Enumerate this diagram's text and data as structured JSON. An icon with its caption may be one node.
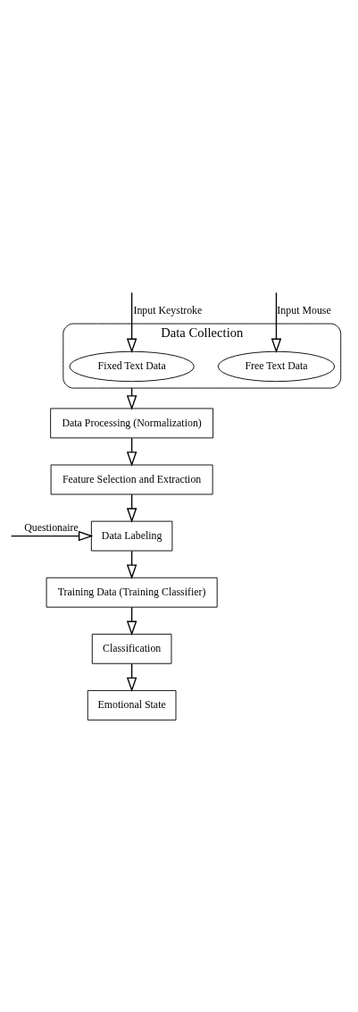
{
  "diagram": {
    "nodes": [
      {
        "text": [
          "Data Collection"
        ]
      },
      {
        "text": [
          "Fixed Text Data"
        ],
        "in": 0
      },
      {
        "text": [
          "Free Text Data"
        ],
        "in": 0
      },
      {
        "text": [
          "Data Processing (Normalization)"
        ]
      },
      {
        "text": [
          "Feature Selection and Extraction"
        ]
      },
      {
        "text": [
          "Data Labeling"
        ]
      },
      {
        "text": [
          "Training Data (Training Classifier)"
        ]
      },
      {
        "text": [
          "Classification"
        ]
      },
      {
        "text": [
          "Emotional State"
        ]
      }
    ],
    "edges": [
      {
        "from": null,
        "to": 1,
        "arrow": "to",
        "label": "Input Keystroke"
      },
      {
        "from": null,
        "to": 2,
        "arrow": "to",
        "label": "Input Mouse"
      },
      {
        "from": 0,
        "to": 3,
        "arrow": "to"
      },
      {
        "from": 3,
        "to": 4,
        "arrow": "to"
      },
      {
        "from": 4,
        "to": 5,
        "arrow": "to"
      },
      {
        "from": null,
        "to": 5,
        "arrow": "to",
        "label": "Questionaire"
      },
      {
        "from": 5,
        "to": 6,
        "arrow": "to"
      },
      {
        "from": 6,
        "to": 7,
        "arrow": "to"
      },
      {
        "from": 7,
        "to": 8,
        "arrow": "to"
      }
    ]
  }
}
